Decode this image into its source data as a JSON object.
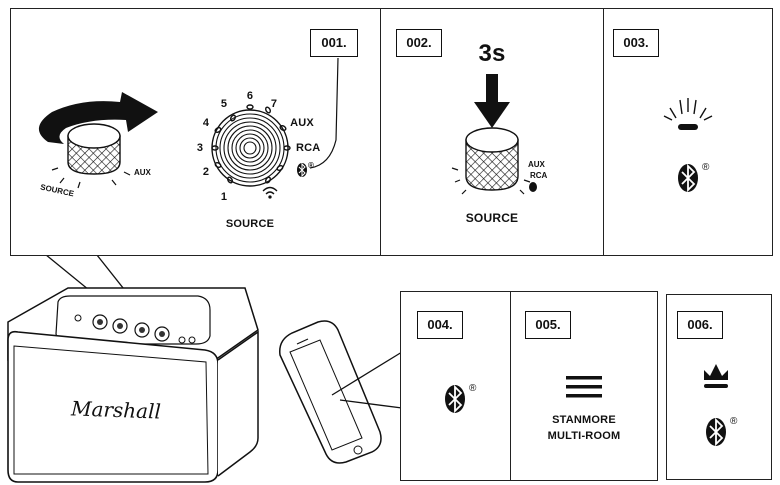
{
  "steps": [
    "001.",
    "002.",
    "003.",
    "004.",
    "005.",
    "006."
  ],
  "dial": {
    "numbers": [
      "1",
      "2",
      "3",
      "4",
      "5",
      "6",
      "7"
    ],
    "aux": "AUX",
    "rca": "RCA",
    "source": "SOURCE"
  },
  "panel2": {
    "hold_time": "3s",
    "source": "SOURCE",
    "aux": "AUX",
    "rca": "RCA"
  },
  "panel1_knob": {
    "source": "SOURCE",
    "aux": "AUX"
  },
  "panel5": {
    "line1": "STANMORE",
    "line2": "MULTI-ROOM"
  },
  "speaker": {
    "brand": "Marshall"
  },
  "bt_registered": "®",
  "icons": [
    "bluetooth-icon",
    "wifi-icon",
    "menu-icon",
    "crown-light-icon",
    "rotate-arrow-icon",
    "press-arrow-icon"
  ]
}
